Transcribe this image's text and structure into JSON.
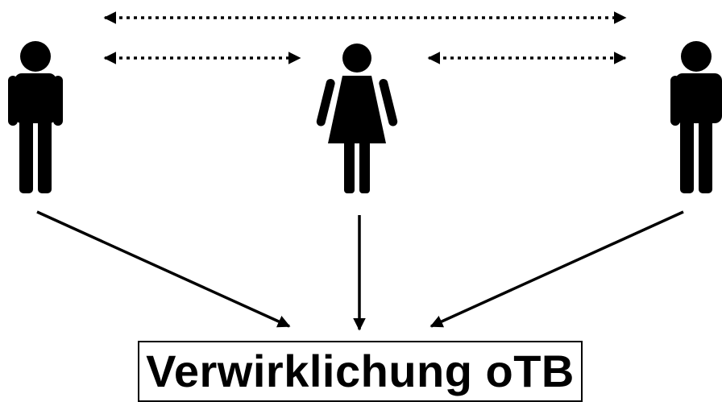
{
  "result": {
    "label": "Verwirklichung oTB"
  },
  "figures": [
    {
      "kind": "man"
    },
    {
      "kind": "woman"
    },
    {
      "kind": "man"
    }
  ],
  "colors": {
    "ink": "#000000",
    "background": "#ffffff"
  }
}
